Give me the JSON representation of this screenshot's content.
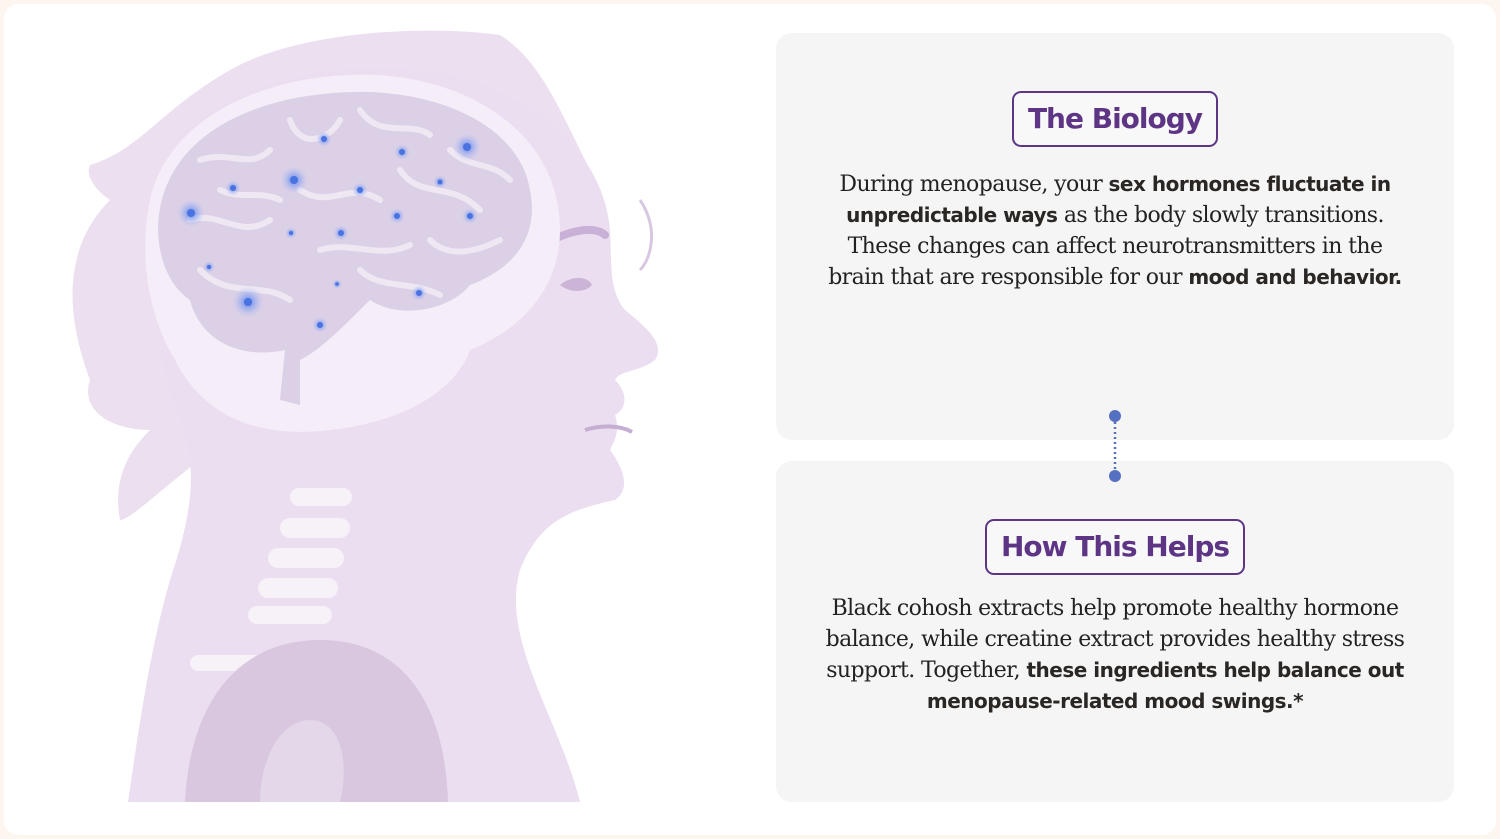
{
  "colors": {
    "accent": "#5e3585",
    "connector": "#5570c0",
    "card": "#f5f5f5",
    "silhouette": "#e8dcee"
  },
  "illustration": {
    "icon": "head-brain-illustration"
  },
  "biology": {
    "title": "The Biology",
    "text": {
      "s1": "During menopause, your ",
      "b1": "sex hormones fluctuate in",
      "b2": "unpredictable ways",
      "s2": " as the body slowly transitions.",
      "s3": "These changes can affect neurotransmitters in the",
      "s4": "brain that are responsible for our ",
      "b3": "mood and behavior."
    }
  },
  "helps": {
    "title": "How This Helps",
    "text": {
      "s1": "Black cohosh extracts help promote healthy hormone",
      "s2": "balance, while creatine extract provides healthy stress",
      "s3": "support. Together, ",
      "b1": "these ingredients help balance out",
      "b2": "menopause-related mood swings.*"
    }
  }
}
